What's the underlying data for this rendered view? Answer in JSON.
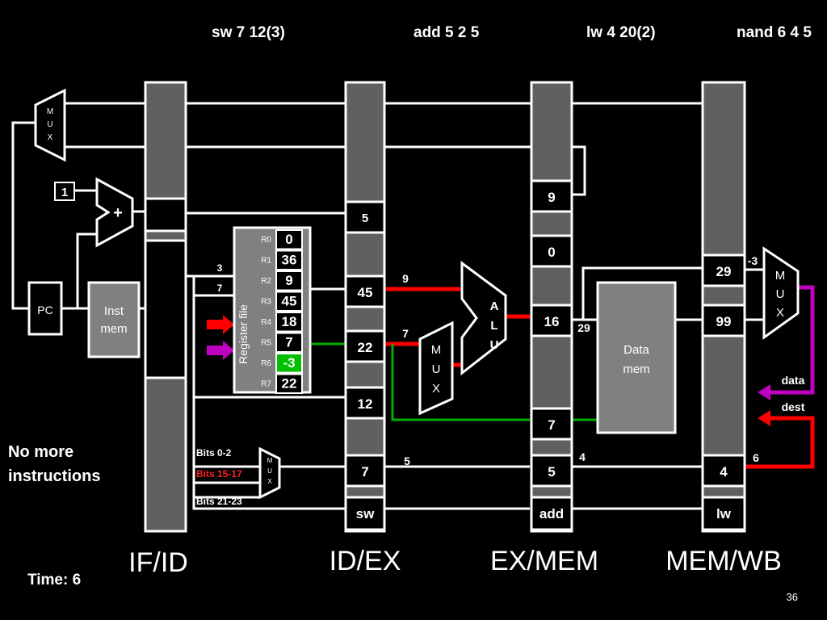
{
  "header": {
    "instructions": [
      "sw 7 12(3)",
      "add 5 2 5",
      "lw 4 20(2)",
      "nand  6 4 5"
    ]
  },
  "labels": {
    "mux": [
      "M",
      "U",
      "X"
    ],
    "plus": "+",
    "const_one": "1",
    "pc": "PC",
    "inst_mem": [
      "Inst",
      "mem"
    ],
    "data_mem": [
      "Data",
      "mem"
    ],
    "alu": [
      "A",
      "L",
      "U"
    ],
    "register_file_title": "Register file",
    "no_more_instructions": [
      "No more",
      "instructions"
    ],
    "time": "Time: 6",
    "slide_number": "36",
    "data_label": "data",
    "dest_label": "dest",
    "bits": [
      "Bits 0-2",
      "Bits 15-17",
      "Bits 21-23"
    ]
  },
  "register_file": [
    {
      "name": "R0",
      "value": "0"
    },
    {
      "name": "R1",
      "value": "36"
    },
    {
      "name": "R2",
      "value": "9"
    },
    {
      "name": "R3",
      "value": "45"
    },
    {
      "name": "R4",
      "value": "18"
    },
    {
      "name": "R5",
      "value": "7"
    },
    {
      "name": "R6",
      "value": "-3"
    },
    {
      "name": "R7",
      "value": "22"
    }
  ],
  "pipeline_registers": {
    "ifid": {
      "name": "IF/ID"
    },
    "idex": {
      "name": "ID/EX",
      "cells": [
        "5",
        "45",
        "22",
        "12",
        "7",
        "sw"
      ]
    },
    "exmem": {
      "name": "EX/MEM",
      "cells": [
        "9",
        "0",
        "16",
        "7",
        "5",
        "add"
      ]
    },
    "memwb": {
      "name": "MEM/WB",
      "cells": [
        "29",
        "99",
        "4",
        "lw"
      ]
    }
  },
  "wire_values": {
    "rf_in_3": "3",
    "rf_in_7": "7",
    "alu_in_9": "9",
    "mux_in_7": "7",
    "dest_5": "5",
    "exmem_16_29": "29",
    "exmem_4": "4",
    "wb_neg3": "-3",
    "wb_6": "6"
  },
  "colors": {
    "background": "#000000",
    "pipeline_gray": "#606060",
    "box_gray": "#808080",
    "wire": "#ffffff",
    "red_path": "#ff0000",
    "green_path": "#00b000",
    "magenta_path": "#c000c0",
    "highlight_green": "#00c000"
  }
}
